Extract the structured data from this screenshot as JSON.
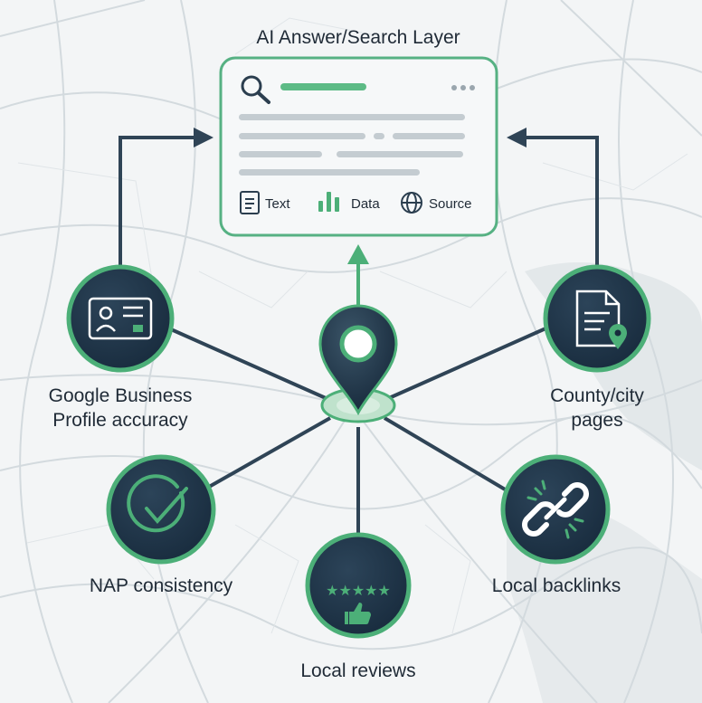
{
  "header": {
    "title": "AI Answer/Search Layer"
  },
  "search_card": {
    "legend": [
      {
        "icon": "document-icon",
        "label": "Text"
      },
      {
        "icon": "bar-chart-icon",
        "label": "Data"
      },
      {
        "icon": "globe-icon",
        "label": "Source"
      }
    ]
  },
  "nodes": {
    "gbp": {
      "icon": "id-card-icon",
      "label_line1": "Google Business",
      "label_line2": "Profile accuracy"
    },
    "county": {
      "icon": "document-pin-icon",
      "label_line1": "County/city",
      "label_line2": "pages"
    },
    "nap": {
      "icon": "check-circle-icon",
      "label": "NAP consistency"
    },
    "reviews": {
      "icon": "stars-thumbs-up-icon",
      "label": "Local reviews"
    },
    "backlinks": {
      "icon": "chain-link-icon",
      "label": "Local backlinks"
    }
  },
  "colors": {
    "navy": "#1f3347",
    "green": "#4caf78",
    "line": "#2f4456",
    "map_road": "#d3dade",
    "card_bg": "#f4f7f8"
  }
}
